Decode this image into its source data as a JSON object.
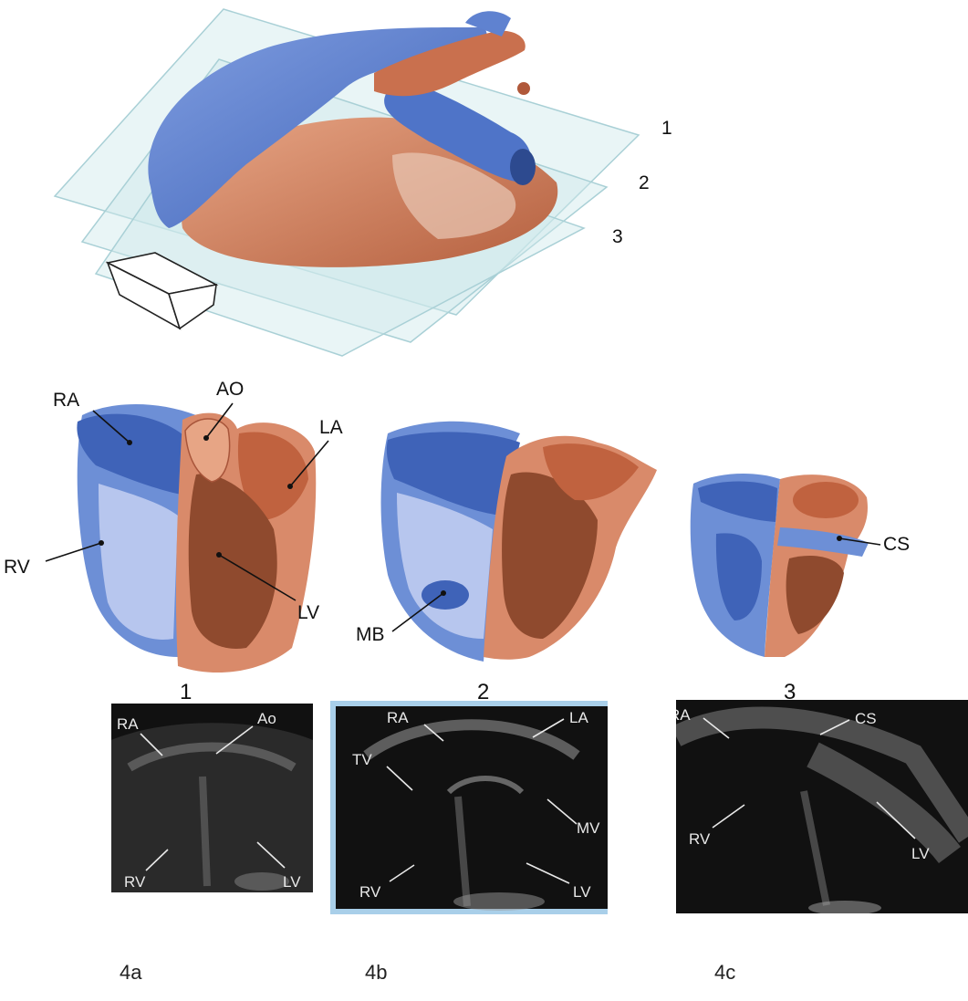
{
  "planes": [
    "1",
    "2",
    "3"
  ],
  "sections": [
    {
      "number": "1",
      "labels": [
        "RA",
        "AO",
        "LA",
        "RV",
        "LV"
      ]
    },
    {
      "number": "2",
      "labels": [
        "MB"
      ]
    },
    {
      "number": "3",
      "labels": [
        "CS"
      ]
    }
  ],
  "echos": [
    {
      "caption": "4a",
      "labels": [
        "RA",
        "Ao",
        "RV",
        "LV"
      ]
    },
    {
      "caption": "4b",
      "labels": [
        "RA",
        "LA",
        "TV",
        "MV",
        "RV",
        "LV"
      ]
    },
    {
      "caption": "4c",
      "labels": [
        "RA",
        "CS",
        "RV",
        "LV"
      ]
    }
  ],
  "colors": {
    "right_heart": "#6d8fd6",
    "right_heart_dark": "#3f63b8",
    "left_heart": "#d98a6a",
    "left_heart_dark": "#a8553a",
    "plane": "#cfe8ec",
    "echo_bg": "#111111"
  }
}
